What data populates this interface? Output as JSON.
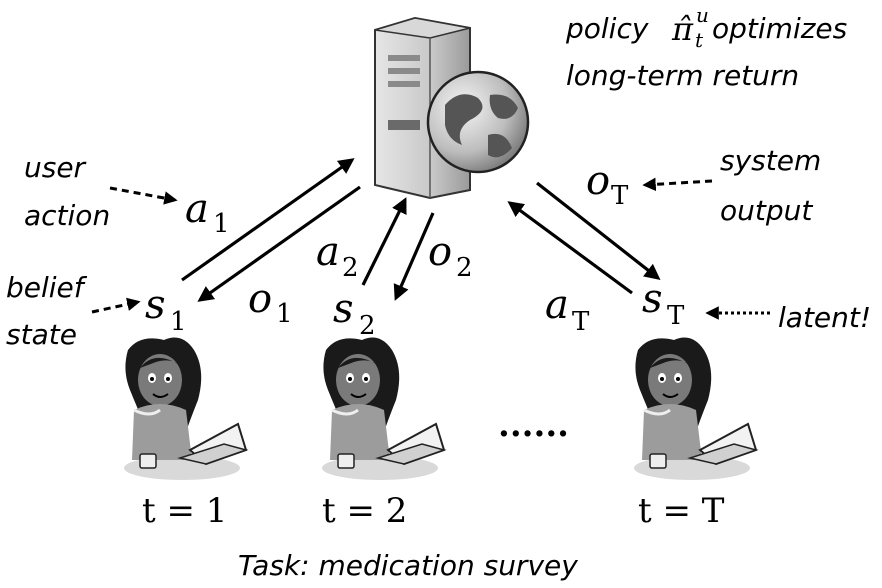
{
  "server": {
    "icon": "server-with-globe-icon"
  },
  "policy_note": {
    "line1_prefix": "policy",
    "pi_symbol": "π̂",
    "pi_sub": "t",
    "pi_sup": "u",
    "line1_suffix": "optimizes",
    "line2": "long-term return"
  },
  "labels": {
    "user": "user",
    "action": "action",
    "belief": "belief",
    "state": "state",
    "system": "system",
    "output": "output",
    "latent": "latent!"
  },
  "symbols": {
    "a1_base": "a",
    "a1_sub": "1",
    "s1_base": "s",
    "s1_sub": "1",
    "o1_base": "o",
    "o1_sub": "1",
    "a2_base": "a",
    "a2_sub": "2",
    "s2_base": "s",
    "s2_sub": "2",
    "o2_base": "o",
    "o2_sub": "2",
    "aT_base": "a",
    "aT_sub": "T",
    "sT_base": "s",
    "sT_sub": "T",
    "oT_base": "o",
    "oT_sub": "T"
  },
  "users": [
    {
      "time_label": "t = 1",
      "icon": "user-at-laptop-icon"
    },
    {
      "time_label": "t = 2",
      "icon": "user-at-laptop-icon"
    },
    {
      "time_label": "t = T",
      "icon": "user-at-laptop-icon"
    }
  ],
  "ellipsis": "......",
  "caption": "Task: medication survey"
}
